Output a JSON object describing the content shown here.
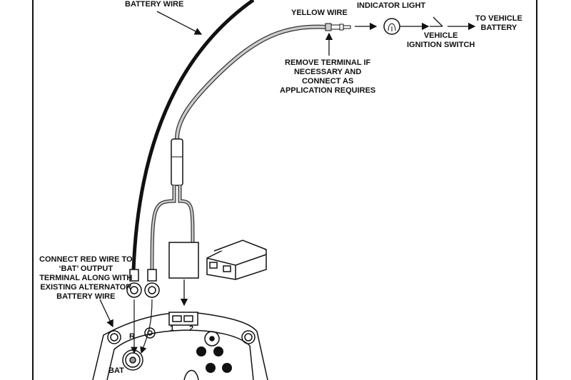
{
  "labels": {
    "battery_wire_top": "BATTERY WIRE",
    "yellow_wire": "YELLOW WIRE",
    "indicator_light": "INDICATOR LIGHT",
    "to_vehicle_battery": [
      "TO VEHICLE",
      "BATTERY"
    ],
    "vehicle_ignition_switch": [
      "VEHICLE",
      "IGNITION SWITCH"
    ],
    "remove_terminal": [
      "REMOVE TERMINAL IF",
      "NECESSARY AND",
      "CONNECT AS",
      "APPLICATION REQUIRES"
    ],
    "connect_red_wire": [
      "CONNECT RED WIRE TO",
      "‘BAT’ OUTPUT",
      "TERMINAL ALONG WITH",
      "EXISTING ALTERNATOR",
      "BATTERY WIRE"
    ],
    "terminal_1": "1",
    "terminal_2": "2",
    "terminal_r": "R",
    "terminal_bat": "BAT"
  }
}
